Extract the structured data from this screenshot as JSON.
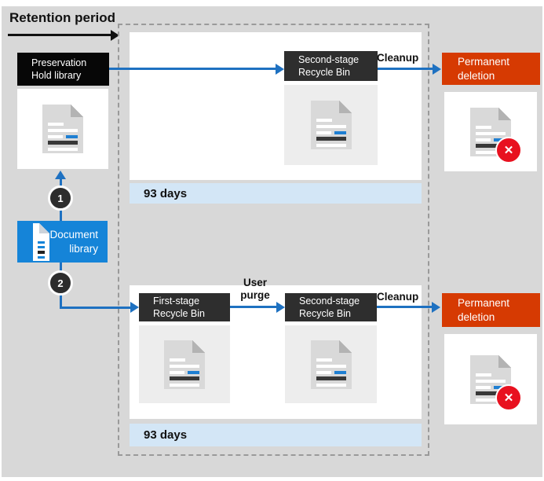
{
  "header": {
    "retention_period_label": "Retention period"
  },
  "colors": {
    "canvas_bg": "#d8d8d8",
    "accent_blue": "#1584d8",
    "arrow_blue": "#1e71c1",
    "black_box": "#070707",
    "dark_box": "#2e2e2e",
    "permanent_red": "#d63a02",
    "delete_badge_red": "#e8111f",
    "duration_bar_blue": "#d3e6f6",
    "dashed_border_gray": "#9a9a9a"
  },
  "nodes": {
    "preservation_hold_library": {
      "label": "Preservation\nHold library"
    },
    "document_library": {
      "label": "Document\nlibrary",
      "icon": "document-icon"
    },
    "second_stage_recycle_bin_top": {
      "label": "Second-stage\nRecycle Bin"
    },
    "permanent_deletion_top": {
      "label": "Permanent\ndeletion"
    },
    "first_stage_recycle_bin": {
      "label": "First-stage\nRecycle Bin"
    },
    "second_stage_recycle_bin_bottom": {
      "label": "Second-stage\nRecycle Bin"
    },
    "permanent_deletion_bottom": {
      "label": "Permanent\ndeletion"
    }
  },
  "edges": {
    "cleanup_top_label": "Cleanup",
    "user_purge_label": "User\npurge",
    "cleanup_bottom_label": "Cleanup"
  },
  "steps": {
    "step1": "1",
    "step2": "2"
  },
  "durations": {
    "top_bar_label": "93 days",
    "bottom_bar_label": "93 days"
  },
  "icons": {
    "delete_x_glyph": "✕"
  }
}
